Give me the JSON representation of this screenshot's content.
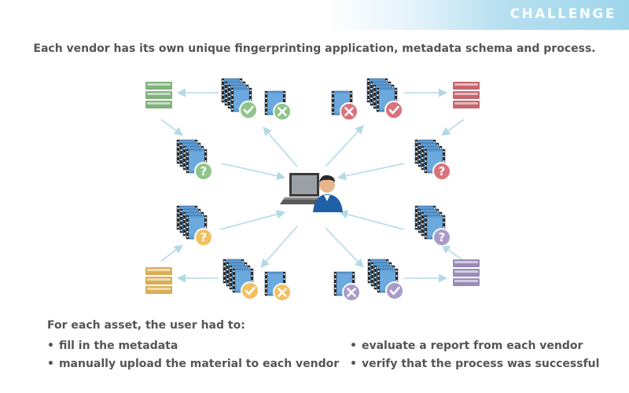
{
  "banner": {
    "label": "CHALLENGE"
  },
  "headline": "Each vendor has its own unique fingerprinting application, metadata schema and process.",
  "footer": {
    "title": "For each asset, the user had to:",
    "bullets_left": [
      "fill in the metadata",
      "manually upload the material to each vendor"
    ],
    "bullets_right": [
      "evaluate a report from each vendor",
      "verify that the process was successful"
    ]
  },
  "colors": {
    "green": "#8fc48a",
    "red": "#d9727a",
    "yellow": "#f2c060",
    "purple": "#a99bcb",
    "film_blue": "#5b9bd5",
    "arrow": "#b5d9e6"
  },
  "icons": {
    "user": "user-at-laptop-icon",
    "server": "database-server-icon",
    "film": "film-stack-icon",
    "check": "check-badge-icon",
    "cross": "cross-badge-icon",
    "question": "question-badge-icon"
  }
}
